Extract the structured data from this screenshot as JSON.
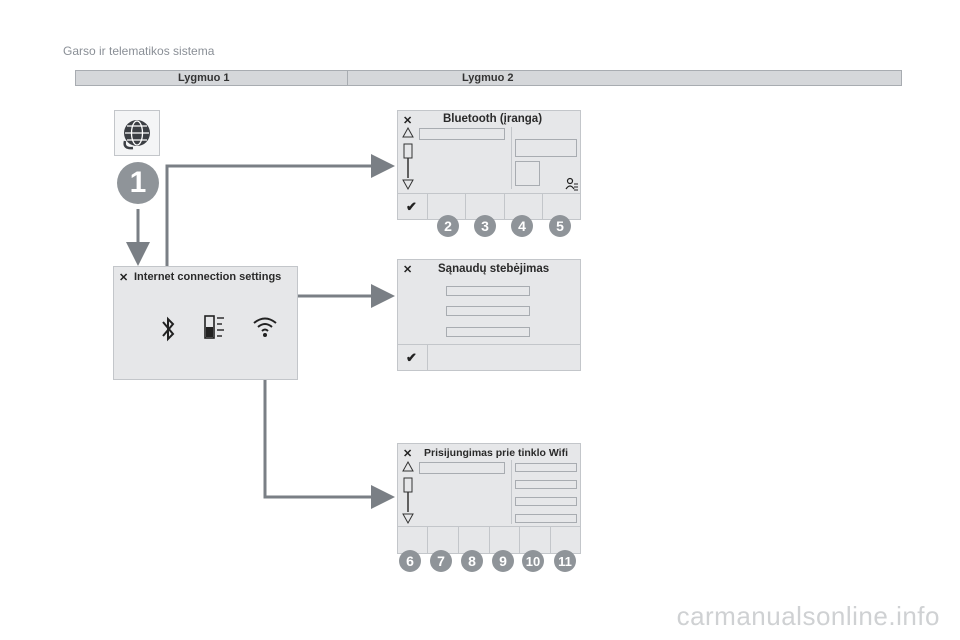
{
  "header": {
    "section_title": "Garso ir telematikos sistema",
    "level1_label": "Lygmuo 1",
    "level2_label": "Lygmuo 2"
  },
  "menu": {
    "step_badge": "1",
    "internet_panel_title": "Internet connection settings"
  },
  "screens": {
    "bluetooth_title": "Bluetooth (įranga)",
    "usage_title": "Sąnaudų stebėjimas",
    "wifi_title": "Prisijungimas prie tinklo Wifi"
  },
  "callouts": {
    "bluetooth": [
      "2",
      "3",
      "4",
      "5"
    ],
    "wifi": [
      "6",
      "7",
      "8",
      "9",
      "10",
      "11"
    ]
  },
  "icons": {
    "close": "close-icon",
    "confirm": "check-icon",
    "globe": "globe-icon",
    "bluetooth": "bluetooth-icon",
    "data_usage": "data-usage-icon",
    "wifi": "wifi-icon"
  },
  "colors": {
    "connector": "#7a7f85",
    "badge": "#8f9499",
    "panel": "#e6e7e9"
  },
  "watermark": "carmanualsonline.info"
}
